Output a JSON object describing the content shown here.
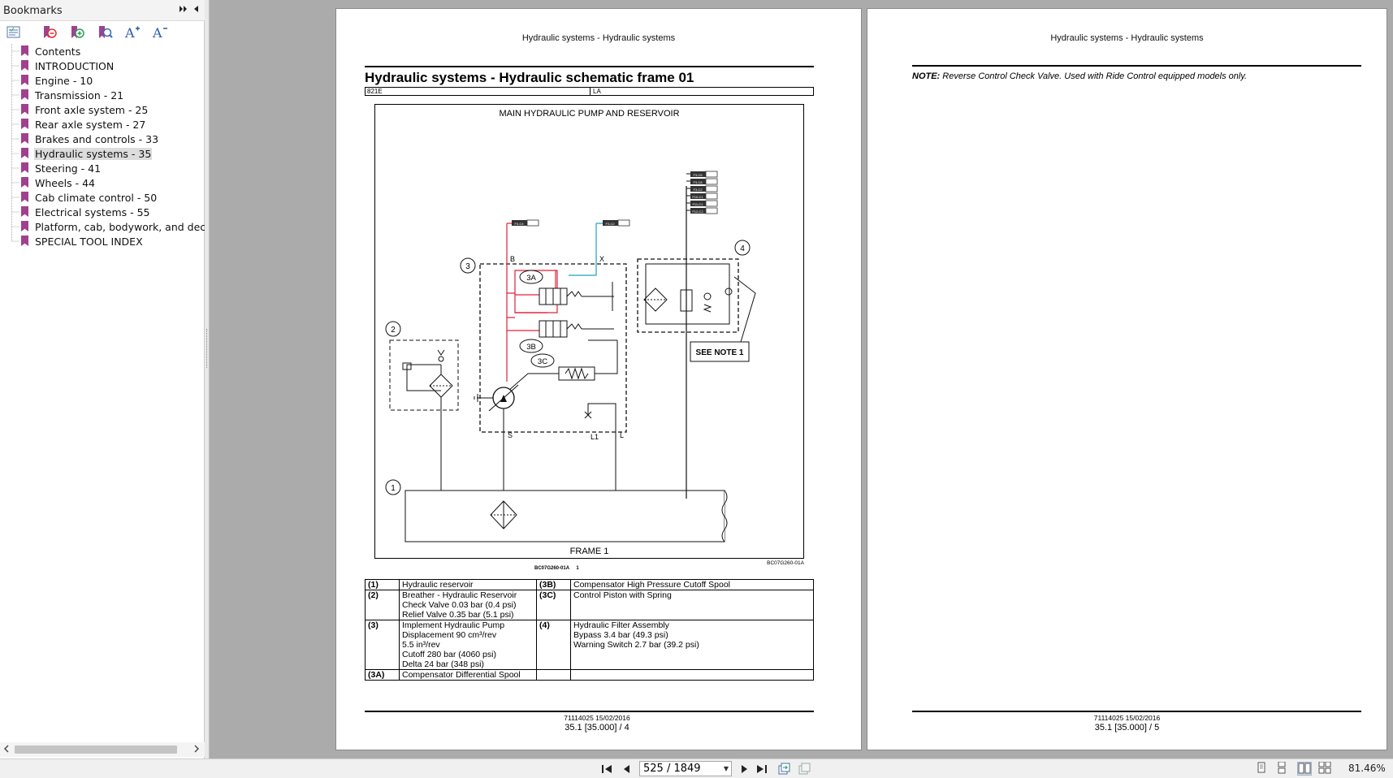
{
  "sidebar": {
    "title": "Bookmarks",
    "collapse_glyph": "⏩",
    "close_glyph": "◂",
    "toolbar_icons": [
      "bookmark-options-icon",
      "delete-bookmark-icon",
      "new-bookmark-icon",
      "find-bookmark-icon",
      "enlarge-text-icon",
      "reduce-text-icon"
    ],
    "items": [
      {
        "label": "Contents"
      },
      {
        "label": "INTRODUCTION"
      },
      {
        "label": "Engine - 10"
      },
      {
        "label": "Transmission - 21"
      },
      {
        "label": "Front axle system - 25"
      },
      {
        "label": "Rear axle system - 27"
      },
      {
        "label": "Brakes and controls - 33"
      },
      {
        "label": "Hydraulic systems - 35"
      },
      {
        "label": "Steering - 41"
      },
      {
        "label": "Wheels - 44"
      },
      {
        "label": "Cab climate control - 50"
      },
      {
        "label": "Electrical systems - 55"
      },
      {
        "label": "Platform, cab, bodywork, and decals -"
      },
      {
        "label": "SPECIAL TOOL INDEX"
      }
    ],
    "selected_index": 7
  },
  "page4": {
    "running_header": "Hydraulic systems - Hydraulic systems",
    "title": "Hydraulic systems - Hydraulic schematic frame 01",
    "model": "821E",
    "region": "LA",
    "figure": {
      "top_caption": "MAIN HYDRAULIC PUMP AND RESERVOIR",
      "bottom_caption": "FRAME 1",
      "ref": "BC07G260-01A",
      "id": "BC07G260-01A",
      "number": "1",
      "callouts": [
        "1",
        "2",
        "3",
        "3A",
        "3B",
        "3C",
        "4"
      ],
      "ports": [
        "B",
        "X",
        "S",
        "L1",
        "L"
      ],
      "note_box": "SEE NOTE 1",
      "connector_top_left": "F3-C4",
      "connector_top_right": "F3-C2",
      "connectors_right": [
        "F3-C6",
        "F3-C8",
        "F3-C2",
        "F10-C1",
        "F11-C1",
        "F12-C2"
      ],
      "line_colors": {
        "pressure": "#e0203a",
        "pilot": "#1ea0c8",
        "line": "#111111"
      }
    },
    "legend": [
      {
        "k1": "(1)",
        "v1": [
          "Hydraulic reservoir"
        ],
        "k2": "(3B)",
        "v2": [
          "Compensator High Pressure Cutoff Spool"
        ]
      },
      {
        "k1": "(2)",
        "v1": [
          "Breather - Hydraulic Reservoir",
          "Check Valve 0.03 bar (0.4 psi)",
          "Relief Valve 0.35 bar (5.1 psi)"
        ],
        "k2": "(3C)",
        "v2": [
          "Control Piston with Spring"
        ]
      },
      {
        "k1": "(3)",
        "v1": [
          "Implement Hydraulic Pump",
          "Displacement 90 cm³/rev",
          "5.5 in³/rev",
          "Cutoff 280 bar (4060 psi)",
          "Delta 24 bar (348 psi)"
        ],
        "k2": "(4)",
        "v2": [
          "Hydraulic Filter Assembly",
          "Bypass 3.4 bar (49.3 psi)",
          "Warning Switch 2.7 bar (39.2 psi)"
        ]
      },
      {
        "k1": "(3A)",
        "v1": [
          "Compensator Differential Spool"
        ],
        "k2": "",
        "v2": [
          ""
        ]
      }
    ],
    "footer_code": "71114025 15/02/2016",
    "footer_page": "35.1 [35.000] / 4"
  },
  "page5": {
    "running_header": "Hydraulic systems - Hydraulic systems",
    "note_label": "NOTE:",
    "note_text": "Reverse Control Check Valve.  Used with Ride Control equipped models only.",
    "footer_code": "71114025 15/02/2016",
    "footer_page": "35.1 [35.000] / 5"
  },
  "bottombar": {
    "page_field": "525 / 1849",
    "zoom": "81.46%",
    "nav_icons": [
      "first-page-icon",
      "previous-page-icon",
      "next-page-icon",
      "last-page-icon",
      "previous-view-icon",
      "next-view-icon"
    ],
    "view_icons": [
      "single-page-icon",
      "continuous-icon",
      "facing-icon",
      "continuous-facing-icon"
    ],
    "active_view": "facing-icon"
  }
}
